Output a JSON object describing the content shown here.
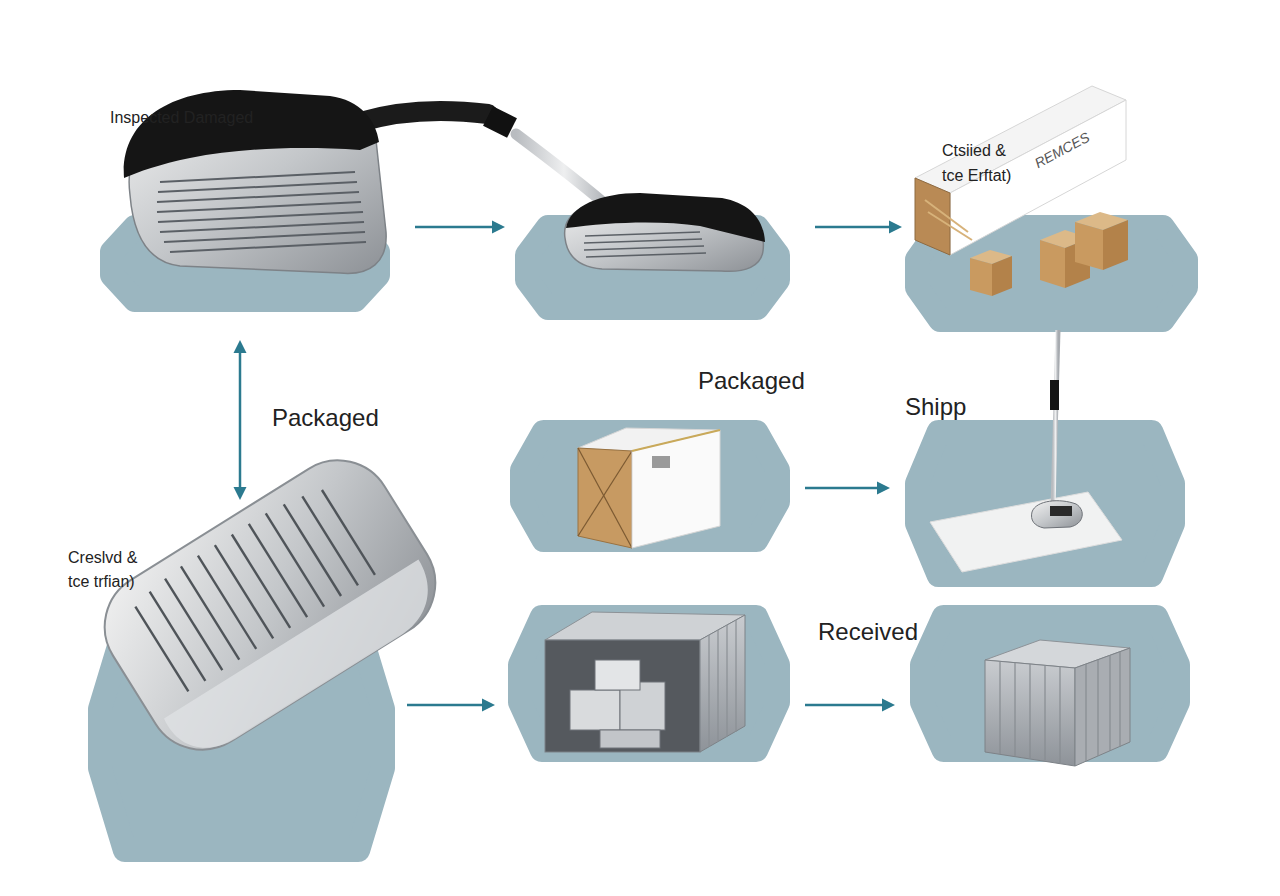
{
  "diagram": {
    "nodes": [
      {
        "text": [
          "Inspected Damaged"
        ]
      },
      {
        "text": []
      },
      {
        "text": [
          "Ctsiied & tce Erftat)"
        ]
      },
      {
        "text": [
          "Packaged"
        ]
      },
      {
        "text": [
          "Shipp"
        ]
      },
      {
        "text": [
          "Creslvd & tce trfian)"
        ]
      },
      {
        "text": []
      },
      {
        "text": [
          "Received"
        ]
      }
    ],
    "edges": [
      {
        "from": 0,
        "to": 1,
        "arrow": "to"
      },
      {
        "from": 1,
        "to": 2,
        "arrow": "to"
      },
      {
        "from": 0,
        "to": 5,
        "label": "Packaged",
        "arrow": "both"
      },
      {
        "from": 3,
        "to": 4,
        "arrow": "to"
      },
      {
        "from": 5,
        "to": 6,
        "arrow": "to"
      },
      {
        "from": 6,
        "to": 7,
        "arrow": "to"
      }
    ],
    "labels": [
      "REMCES"
    ]
  }
}
